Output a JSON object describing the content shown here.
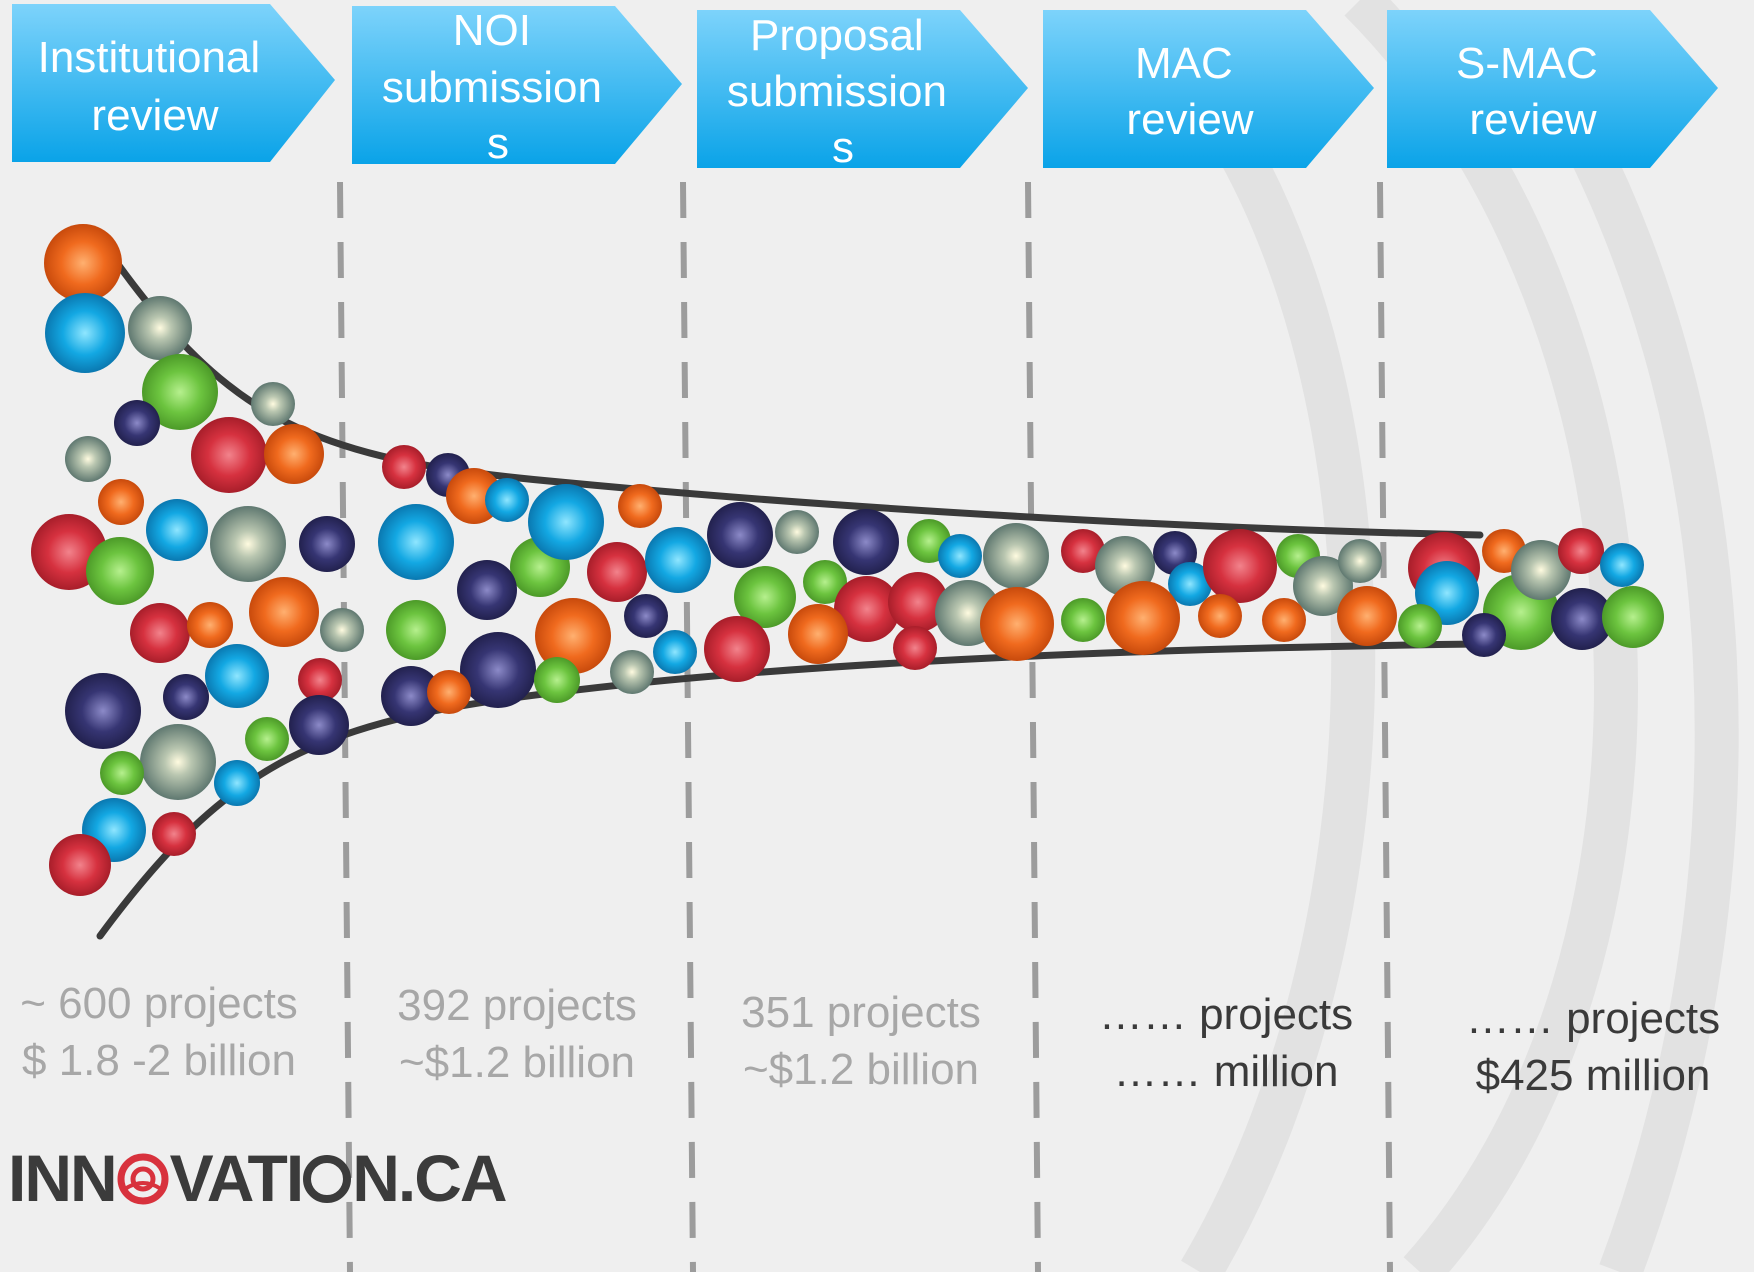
{
  "colors": {
    "arrow_top": "#7dd3fb",
    "arrow_bottom": "#0aa3e8",
    "divider": "#9c9c9c",
    "funnel_line": "#3a3a3a",
    "stat_gray": "#a7a7a7",
    "stat_dark": "#3a3a3a",
    "logo": "#3b3b3b",
    "logo_accent": "#d8323d",
    "ball_orange": "#f06a1e",
    "ball_blue": "#13a8e3",
    "ball_green": "#6cc43f",
    "ball_red": "#d6313f",
    "ball_navy": "#363573",
    "ball_steel": "#8fa39c"
  },
  "stages": [
    {
      "lines": [
        "Institutional",
        "review"
      ]
    },
    {
      "lines": [
        "NOI",
        "submission",
        "s"
      ]
    },
    {
      "lines": [
        "Proposal",
        "submission",
        "s"
      ]
    },
    {
      "lines": [
        "MAC",
        "review"
      ]
    },
    {
      "lines": [
        "S-MAC",
        "review"
      ]
    }
  ],
  "stats": [
    {
      "line1": "~ 600 projects",
      "line2": "$ 1.8 -2 billion"
    },
    {
      "line1": "392 projects",
      "line2": "~$1.2 billion"
    },
    {
      "line1": "351 projects",
      "line2": "~$1.2 billion"
    },
    {
      "line1": "…… projects",
      "line2": "…… million"
    },
    {
      "line1": "…… projects",
      "line2": "$425 million"
    }
  ],
  "logo": {
    "text_before": "INN",
    "text_after": "VATI",
    "text_after2": "N.CA"
  }
}
